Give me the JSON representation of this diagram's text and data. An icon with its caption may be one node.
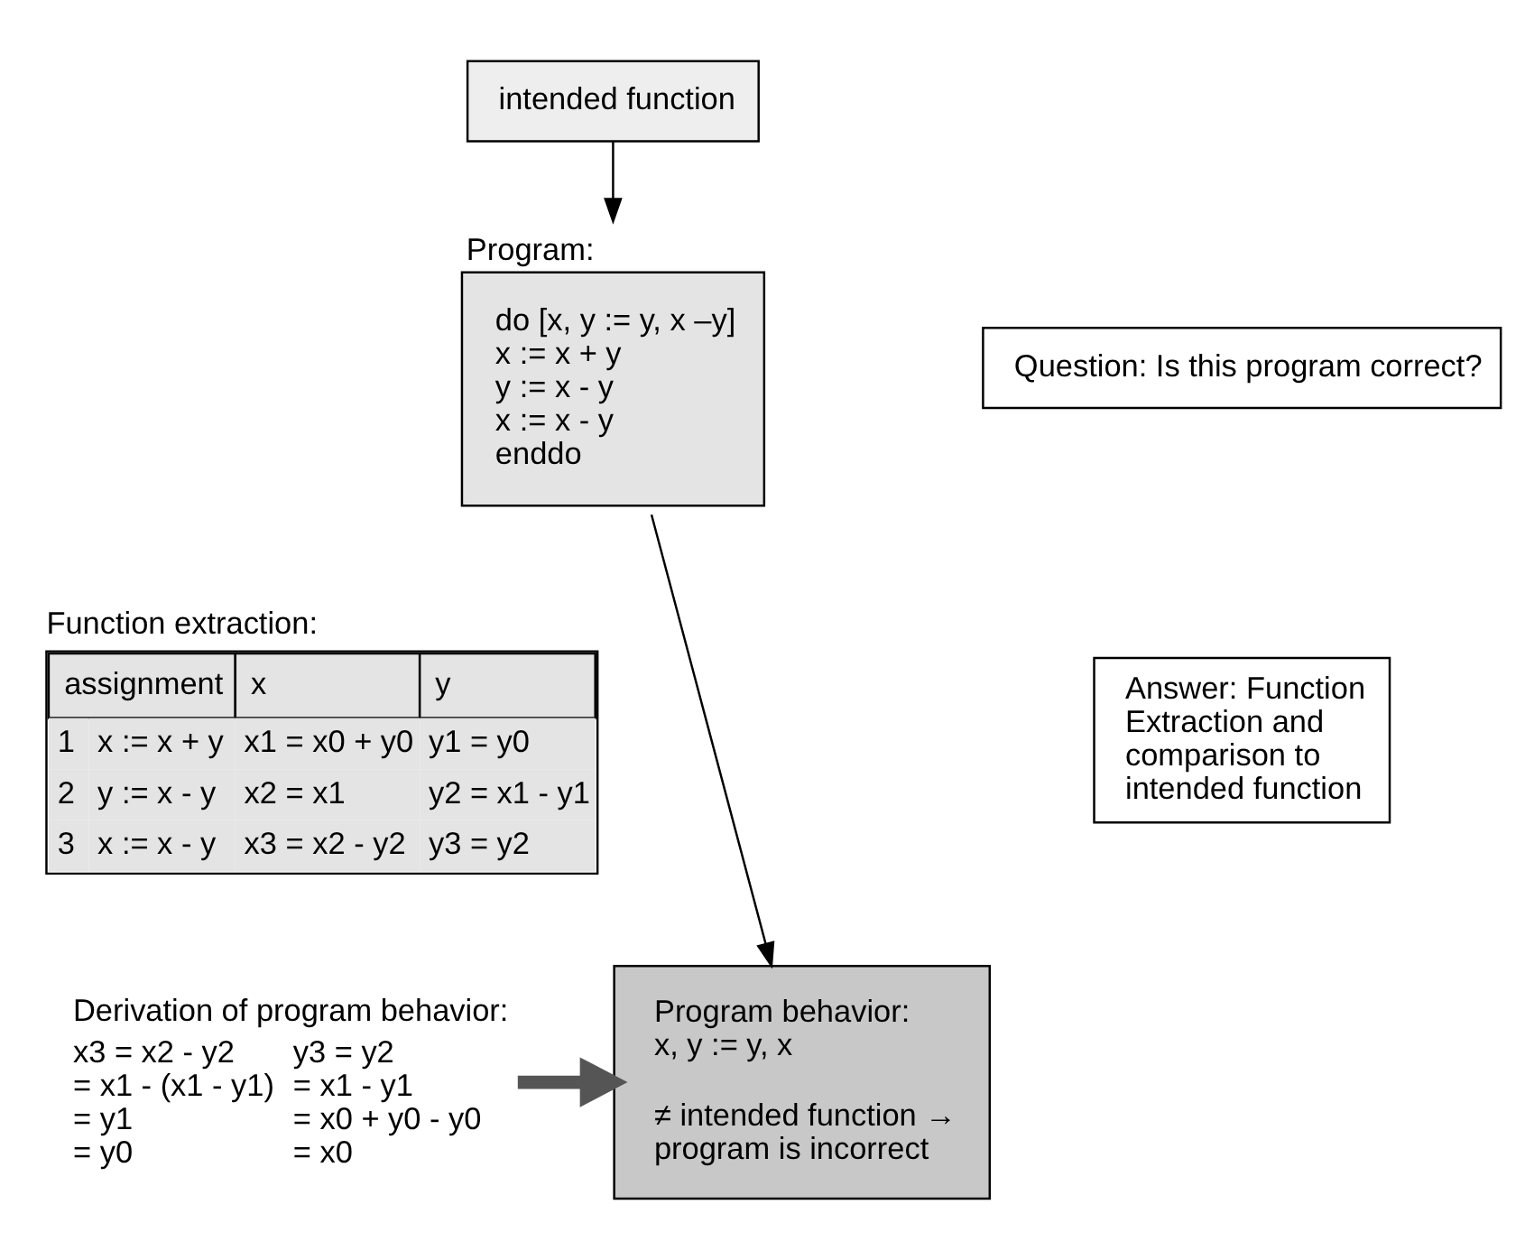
{
  "diagram": {
    "nodes": [
      {
        "text": [
          "intended function"
        ]
      },
      {
        "text": [
          "Program:",
          "do [x, y := y, x –y]",
          "x := x + y",
          "y := x - y",
          "x := x - y",
          "enddo"
        ]
      },
      {
        "text": [
          "Question: Is this program correct?"
        ]
      },
      {
        "text": [
          "Answer: Function Extraction and comparison to intended function"
        ]
      },
      {
        "text": [
          "Derivation of program behavior:",
          "x3 = x2 - y2",
          "= x1 - (x1 - y1)",
          "= y1",
          "= y0",
          "y3 = y2",
          "= x1 - y1",
          "= x0 + y0 - y0",
          "= x0"
        ]
      },
      {
        "text": [
          "Program behavior:",
          "x, y := y, x",
          "≠ intended function → program is incorrect"
        ]
      }
    ],
    "edges": [
      {
        "from": 0,
        "to": 1,
        "arrow": "to"
      },
      {
        "from": 1,
        "to": 5,
        "arrow": "to"
      },
      {
        "from": 4,
        "to": 5,
        "arrow": "to",
        "style": "thick"
      }
    ],
    "labels": [
      "Function extraction:",
      "assignment",
      "x",
      "y",
      "1",
      "x := x + y",
      "x1 = x0 + y0",
      "y1 = y0",
      "2",
      "y := x - y",
      "x2 = x1",
      "y2 = x1 - y1",
      "3",
      "x := x - y",
      "x3 = x2 - y2",
      "y3 = y2"
    ]
  }
}
